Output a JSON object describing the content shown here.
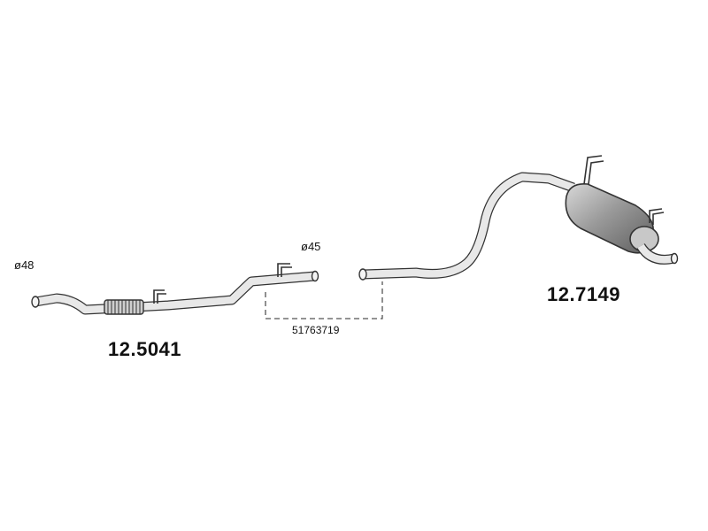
{
  "diagram": {
    "parts": [
      {
        "part_number": "12.5041",
        "dimension_left": "ø48",
        "dimension_right": "ø45"
      },
      {
        "part_number": "12.7149"
      }
    ],
    "connector_reference": "51763719"
  },
  "colors": {
    "pipe_fill": "#e6e6e6",
    "outline": "#333333",
    "muffler_dark": "#8c8c8c",
    "dashed": "#555555"
  }
}
